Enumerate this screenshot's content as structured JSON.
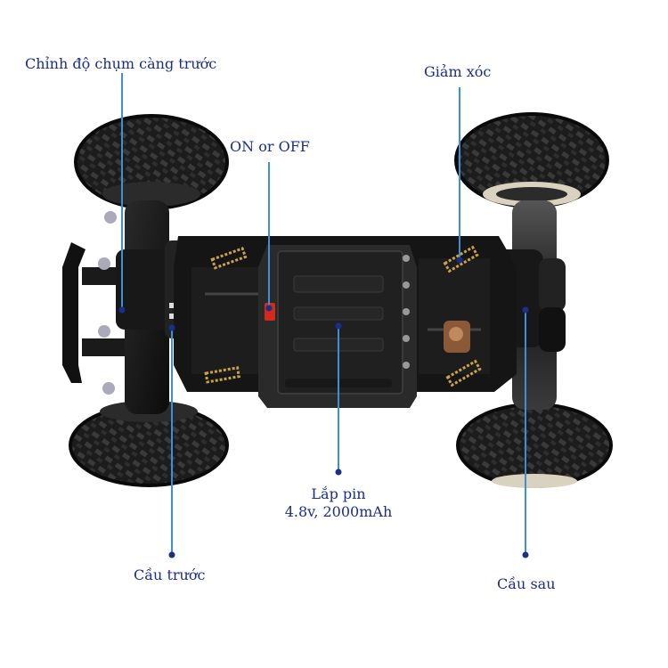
{
  "labels": {
    "front_toe": "Chỉnh độ chụm càng trước",
    "power_switch": "ON or OFF",
    "shock": "Giảm xóc",
    "battery_line1": "Lắp pin",
    "battery_line2": "4.8v, 2000mAh",
    "front_axle": "Cầu trước",
    "rear_axle": "Cầu sau"
  },
  "colors": {
    "label_text": "#1a2f8a",
    "leader_line": "#3f8fd6",
    "leader_dot": "#1a2f8a",
    "car_body": "#141414",
    "tire": "#1c1c1c",
    "spring": "#c9a24a",
    "switch_red": "#d42a1a"
  }
}
